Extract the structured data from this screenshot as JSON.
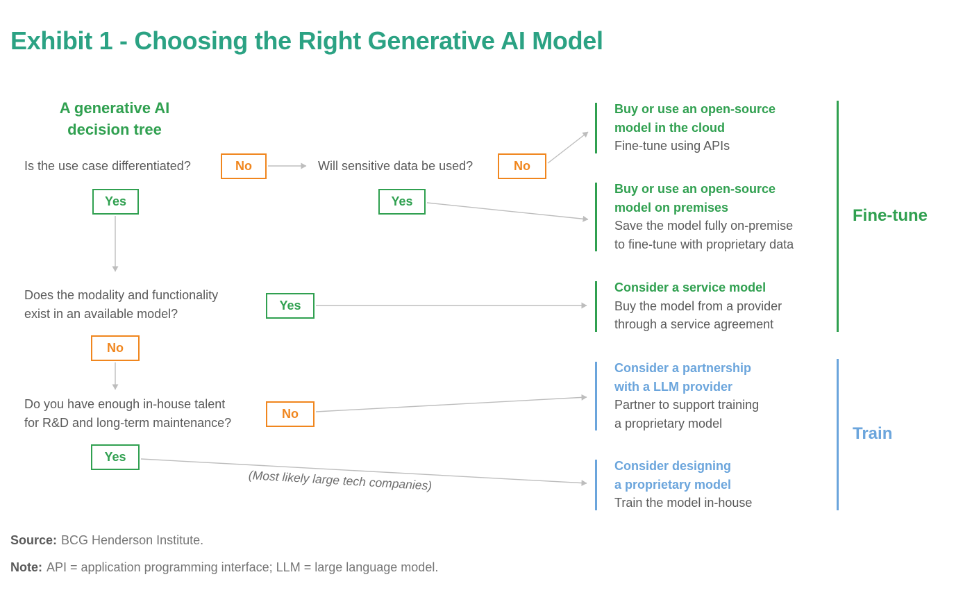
{
  "title": "Exhibit 1 - Choosing the Right Generative AI Model",
  "colors": {
    "teal": "#2BA283",
    "green": "#30A050",
    "orange": "#F0861E",
    "blue": "#6BA5DC",
    "text": "#5A5A5A",
    "muted": "#767676",
    "arrow": "#BDBDBD"
  },
  "tree": {
    "heading": "A generative AI\ndecision tree",
    "questions": [
      "Is the use case differentiated?",
      "Will sensitive data be used?",
      "Does the modality and functionality\nexist in an available model?",
      "Do you have enough in-house talent\nfor R&D and long-term maintenance?"
    ],
    "yes_label": "Yes",
    "no_label": "No",
    "aside": "(Most likely large tech companies)"
  },
  "outcomes": [
    {
      "title": "Buy or use an open-source\nmodel in the cloud",
      "desc": "Fine-tune using APIs"
    },
    {
      "title": "Buy or use an open-source\nmodel on premises",
      "desc": "Save the model fully on-premise\nto fine-tune with proprietary data"
    },
    {
      "title": "Consider a service model",
      "desc": "Buy the model from a provider\nthrough a service agreement"
    },
    {
      "title": "Consider a partnership\nwith a LLM provider",
      "desc": "Partner to support training\na proprietary model"
    },
    {
      "title": "Consider designing\na proprietary model",
      "desc": "Train the model in-house"
    }
  ],
  "groups": [
    {
      "label": "Fine-tune"
    },
    {
      "label": "Train"
    }
  ],
  "footer": {
    "source_label": "Source:",
    "source_text": "BCG Henderson Institute.",
    "note_label": "Note:",
    "note_text": "API = application programming interface; LLM = large language model."
  }
}
